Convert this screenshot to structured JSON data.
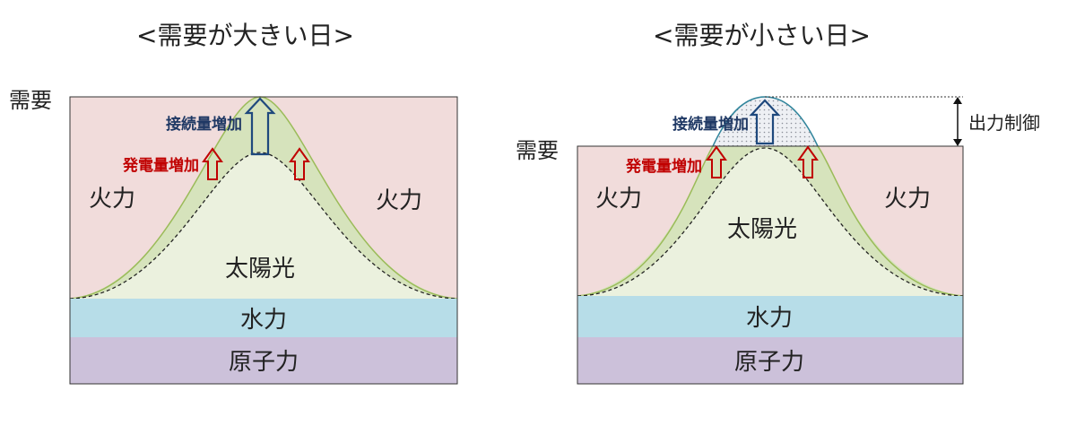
{
  "left_panel": {
    "title": "<需要が大きい日>",
    "demand_label": "需要",
    "connection_increase_label": "接続量増加",
    "generation_increase_label": "発電量増加",
    "thermal_label_left": "火力",
    "thermal_label_right": "火力",
    "solar_label": "太陽光",
    "hydro_label": "水力",
    "nuclear_label": "原子力"
  },
  "right_panel": {
    "title": "<需要が小さい日>",
    "demand_label": "需要",
    "connection_increase_label": "接続量増加",
    "generation_increase_label": "発電量増加",
    "curtailment_label": "出力制御",
    "thermal_label_left": "火力",
    "thermal_label_right": "火力",
    "solar_label": "太陽光",
    "hydro_label": "水力",
    "nuclear_label": "原子力"
  },
  "colors": {
    "thermal": "#f1dcdb",
    "solar_base": "#ebf1de",
    "solar_increase": "#d6e3bc",
    "solar_increase_edge": "#9bbb59",
    "hydro": "#b7dde8",
    "nuclear": "#ccc1da",
    "connection_arrow": "#1f497d",
    "generation_arrow": "#c00000",
    "connection_text": "#1f3864",
    "generation_text": "#c00000",
    "curtailed_fill": "#e8eaf0",
    "curtailed_edge": "#31859c"
  }
}
